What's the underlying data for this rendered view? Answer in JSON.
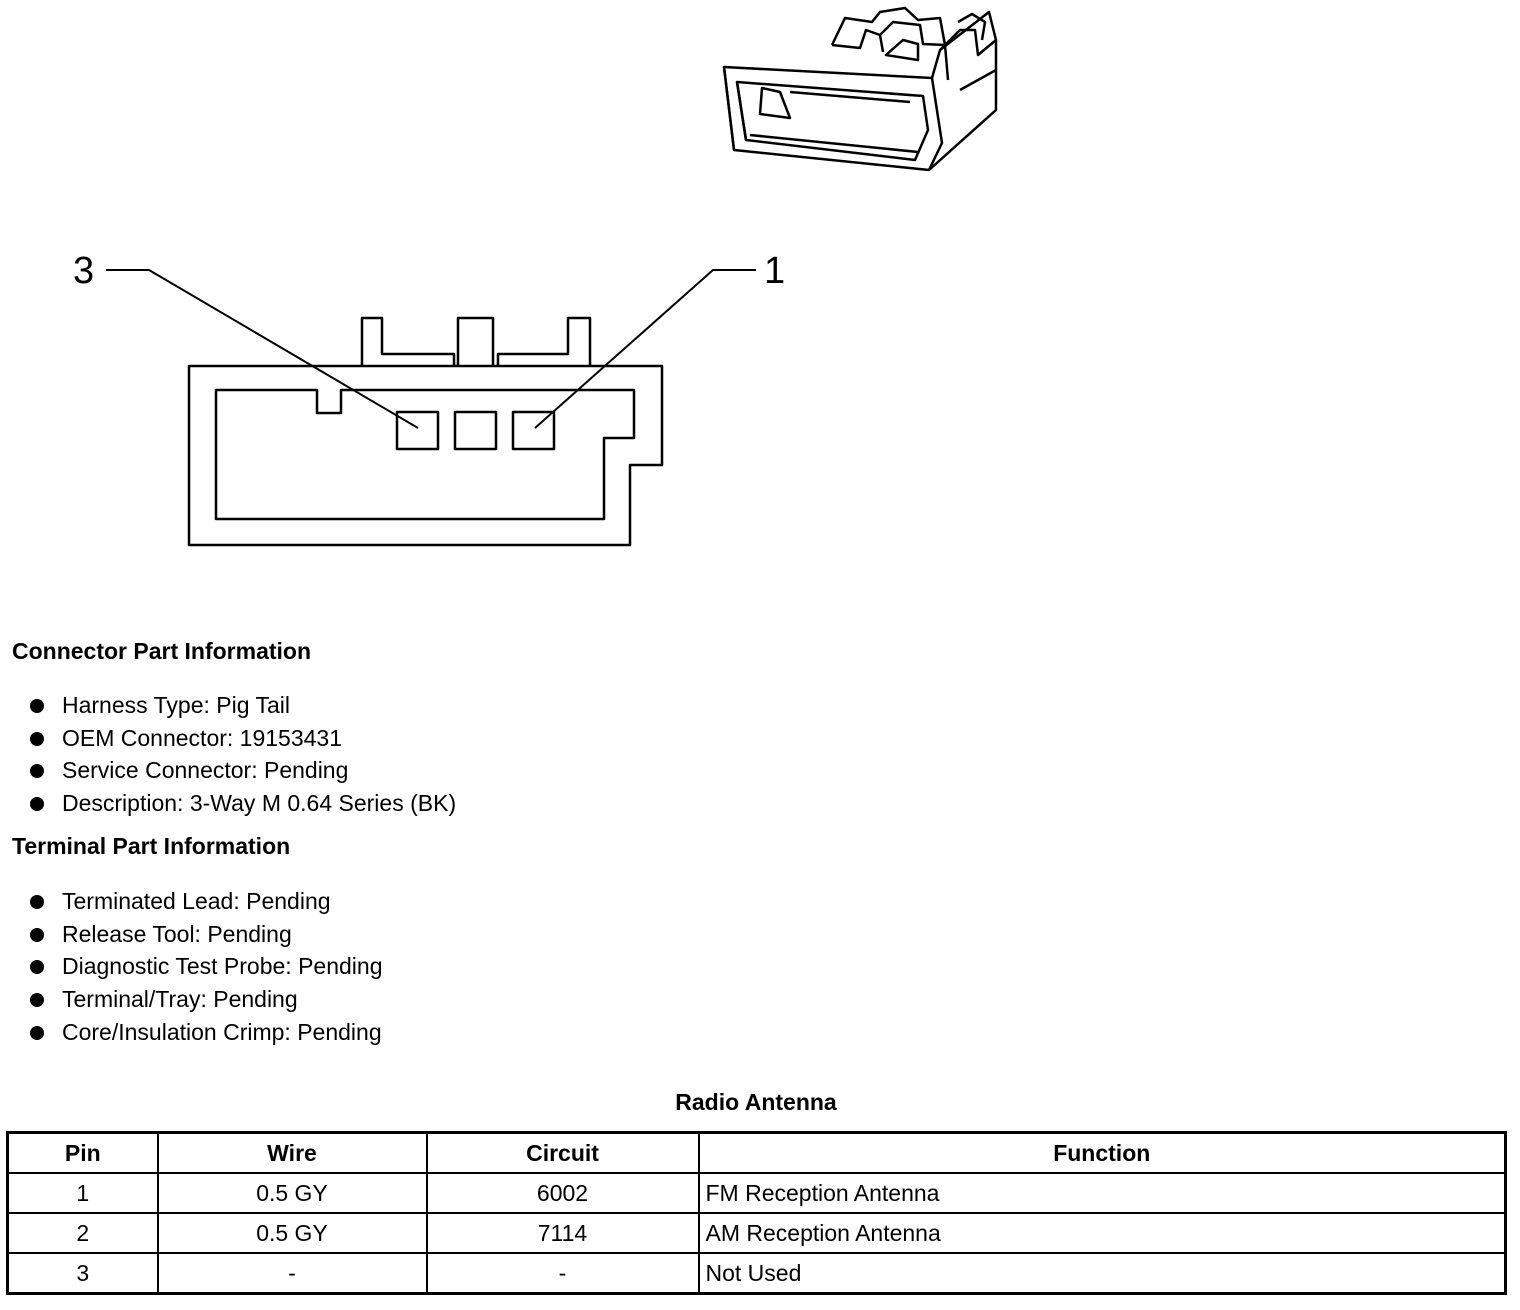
{
  "diagram": {
    "pin_labels": {
      "left": "3",
      "right": "1"
    }
  },
  "connector_info": {
    "heading": "Connector Part Information",
    "items": [
      "Harness Type: Pig Tail",
      "OEM Connector: 19153431",
      "Service Connector: Pending",
      "Description: 3-Way M 0.64 Series (BK)"
    ]
  },
  "terminal_info": {
    "heading": "Terminal Part Information",
    "items": [
      "Terminated Lead: Pending",
      "Release Tool: Pending",
      "Diagnostic Test Probe: Pending",
      "Terminal/Tray: Pending",
      "Core/Insulation Crimp: Pending"
    ]
  },
  "pin_table": {
    "title": "Radio Antenna",
    "headers": [
      "Pin",
      "Wire",
      "Circuit",
      "Function"
    ],
    "rows": [
      [
        "1",
        "0.5 GY",
        "6002",
        "FM Reception Antenna"
      ],
      [
        "2",
        "0.5 GY",
        "7114",
        "AM Reception Antenna"
      ],
      [
        "3",
        "-",
        "-",
        "Not Used"
      ]
    ]
  }
}
